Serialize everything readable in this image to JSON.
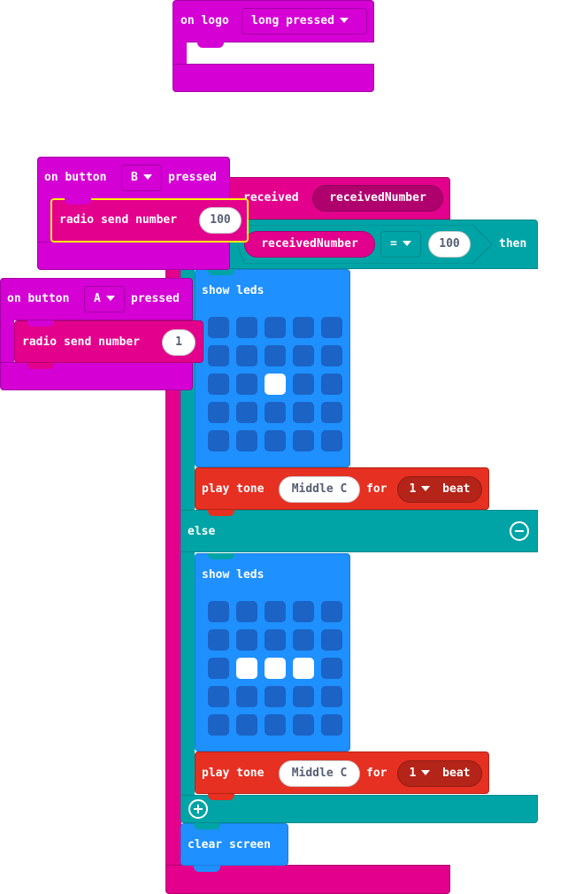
{
  "colors": {
    "radio": "#e3008c",
    "radio_dark": "#b0006e",
    "logic": "#00a4a6",
    "basic": "#1e90ff",
    "music": "#e63022",
    "music_dark": "#b42418",
    "input": "#d400d4",
    "input_dark": "#a500a5",
    "selection": "#fff200"
  },
  "logo_block": {
    "label": "on logo",
    "dropdown": "long pressed"
  },
  "radio_received": {
    "label": "received",
    "param": "receivedNumber"
  },
  "if_block": {
    "variable": "receivedNumber",
    "operator": "=",
    "value": "100",
    "then_label": "then",
    "else_label": "else",
    "minus_icon": "minus-circle-icon",
    "plus_icon": "plus-circle-icon"
  },
  "show_leds_1": {
    "label": "show leds",
    "leds": [
      [
        0,
        0,
        0,
        0,
        0
      ],
      [
        0,
        0,
        0,
        0,
        0
      ],
      [
        0,
        0,
        1,
        0,
        0
      ],
      [
        0,
        0,
        0,
        0,
        0
      ],
      [
        0,
        0,
        0,
        0,
        0
      ]
    ]
  },
  "play_tone_1": {
    "label": "play tone",
    "note": "Middle C",
    "for_label": "for",
    "beat": "1",
    "beat_label": "beat"
  },
  "show_leds_2": {
    "label": "show leds",
    "leds": [
      [
        0,
        0,
        0,
        0,
        0
      ],
      [
        0,
        0,
        0,
        0,
        0
      ],
      [
        0,
        1,
        1,
        1,
        0
      ],
      [
        0,
        0,
        0,
        0,
        0
      ],
      [
        0,
        0,
        0,
        0,
        0
      ]
    ]
  },
  "play_tone_2": {
    "label": "play tone",
    "note": "Middle C",
    "for_label": "for",
    "beat": "1",
    "beat_label": "beat"
  },
  "clear_screen": {
    "label": "clear screen"
  },
  "button_b_block": {
    "label_on": "on button",
    "button": "B",
    "label_pressed": "pressed",
    "send_label": "radio send number",
    "send_value": "100"
  },
  "button_a_block": {
    "label_on": "on button",
    "button": "A",
    "label_pressed": "pressed",
    "send_label": "radio send number",
    "send_value": "1"
  }
}
